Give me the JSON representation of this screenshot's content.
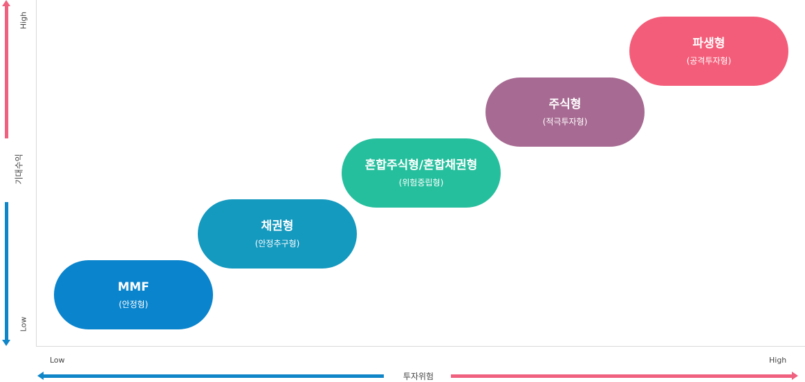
{
  "y_axis": {
    "label": "기대수익",
    "high": "High",
    "low": "Low",
    "high_color": "#f0607f",
    "low_color": "#0f86c8"
  },
  "x_axis": {
    "label": "투자위험",
    "low": "Low",
    "high": "High",
    "low_color": "#0f86c8",
    "high_color": "#f0607f"
  },
  "fund_types": [
    {
      "name": "MMF",
      "sub": "(안정형)",
      "color": "#0a84cc"
    },
    {
      "name": "채권형",
      "sub": "(안정추구형)",
      "color": "#1499bf"
    },
    {
      "name": "혼합주식형/혼합채권형",
      "sub": "(위험중립형)",
      "color": "#26bf9d"
    },
    {
      "name": "주식형",
      "sub": "(적극투자형)",
      "color": "#a76a92"
    },
    {
      "name": "파생형",
      "sub": "(공격투자형)",
      "color": "#f45d79"
    }
  ]
}
